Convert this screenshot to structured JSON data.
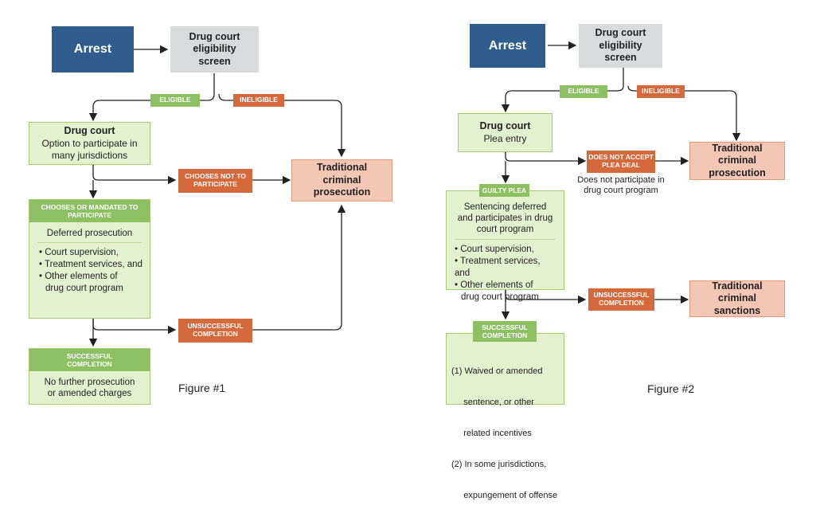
{
  "figure1": {
    "caption": "Figure #1",
    "arrest": "Arrest",
    "screen": "Drug court eligibility screen",
    "eligible": "ELIGIBLE",
    "ineligible": "INELIGIBLE",
    "drug_court_title": "Drug court",
    "drug_court_text": "Option to participate in many jurisdictions",
    "chooses_not": "CHOOSES NOT TO PARTICIPATE",
    "traditional": "Traditional criminal prosecution",
    "mandated_header": "CHOOSES OR MANDATED TO PARTICIPATE",
    "deferred": "Deferred prosecution",
    "items": [
      "• Court supervision,",
      "• Treatment services, and",
      "• Other elements of",
      "  drug court program"
    ],
    "unsuccessful": "UNSUCCESSFUL COMPLETION",
    "successful_header": "SUCCESSFUL COMPLETION",
    "successful_text": "No further prosecution or amended charges"
  },
  "figure2": {
    "caption": "Figure #2",
    "arrest": "Arrest",
    "screen": "Drug court eligibility screen",
    "eligible": "ELIGIBLE",
    "ineligible": "INELIGIBLE",
    "drug_court_title": "Drug court",
    "drug_court_text": "Plea entry",
    "does_not_accept": "DOES NOT ACCEPT PLEA DEAL",
    "does_not_note": "Does not participate in drug court program",
    "traditional_prosecution": "Traditional criminal prosecution",
    "guilty_plea": "GUILTY PLEA",
    "sentencing": "Sentencing deferred and participates in drug court program",
    "items": [
      "• Court supervision,",
      "• Treatment services, and",
      "• Other elements of",
      "  drug court program"
    ],
    "unsuccessful": "UNSUCCESSFUL COMPLETION",
    "traditional_sanctions": "Traditional criminal sanctions",
    "successful_header": "SUCCESSFUL COMPLETION",
    "outcomes": [
      "(1) Waived or amended",
      "     sentence, or other",
      "     related incentives",
      "(2) In some jurisdictions,",
      "     expungement of offense"
    ]
  }
}
